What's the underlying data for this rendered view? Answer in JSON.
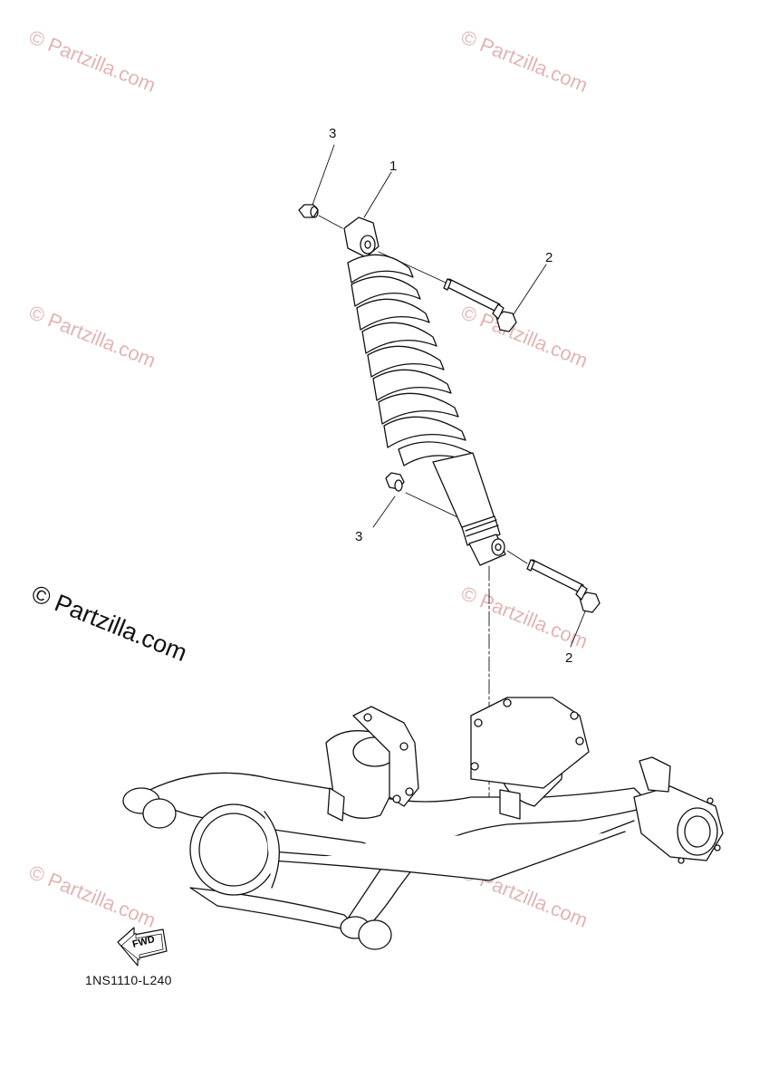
{
  "watermark": {
    "faint": "© Partzilla.com",
    "main": "© Partzilla.com"
  },
  "callouts": {
    "shock": "1",
    "bolt": "2",
    "nut": "3"
  },
  "fwd_label": "FWD",
  "diagram_code": "1NS1110-L240",
  "colors": {
    "line": "#111111",
    "watermark": "#e2b4b4"
  }
}
